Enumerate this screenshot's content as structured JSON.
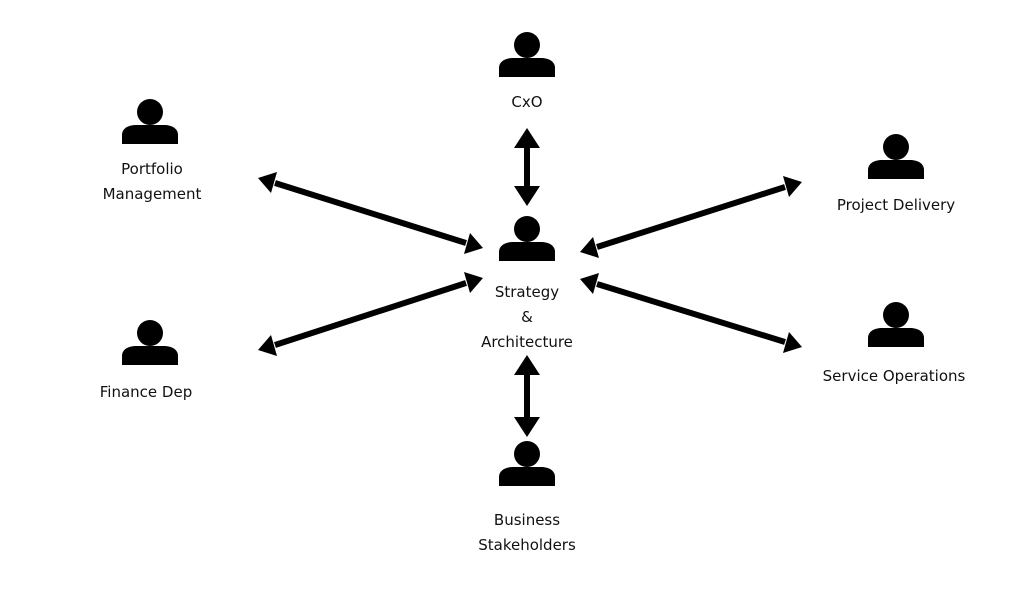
{
  "diagram": {
    "colors": {
      "background": "#ffffff",
      "figure": "#000000",
      "text": "#111111"
    },
    "nodes": {
      "center": {
        "icon": "person-icon",
        "lines": [
          "Strategy",
          "&",
          "Architecture"
        ]
      },
      "cxo": {
        "icon": "person-icon",
        "lines": [
          "CxO"
        ]
      },
      "portfolio": {
        "icon": "person-icon",
        "lines": [
          "Portfolio",
          "Management"
        ]
      },
      "finance": {
        "icon": "person-icon",
        "lines": [
          "Finance Dep"
        ]
      },
      "project": {
        "icon": "person-icon",
        "lines": [
          "Project Delivery"
        ]
      },
      "service": {
        "icon": "person-icon",
        "lines": [
          "Service Operations"
        ]
      },
      "business": {
        "icon": "person-icon",
        "lines": [
          "Business",
          "Stakeholders"
        ]
      }
    },
    "connections": [
      {
        "from": "center",
        "to": "cxo",
        "style": "double-headed-arrow"
      },
      {
        "from": "center",
        "to": "portfolio",
        "style": "double-headed-arrow"
      },
      {
        "from": "center",
        "to": "finance",
        "style": "double-headed-arrow"
      },
      {
        "from": "center",
        "to": "project",
        "style": "double-headed-arrow"
      },
      {
        "from": "center",
        "to": "service",
        "style": "double-headed-arrow"
      },
      {
        "from": "center",
        "to": "business",
        "style": "double-headed-arrow"
      }
    ]
  }
}
